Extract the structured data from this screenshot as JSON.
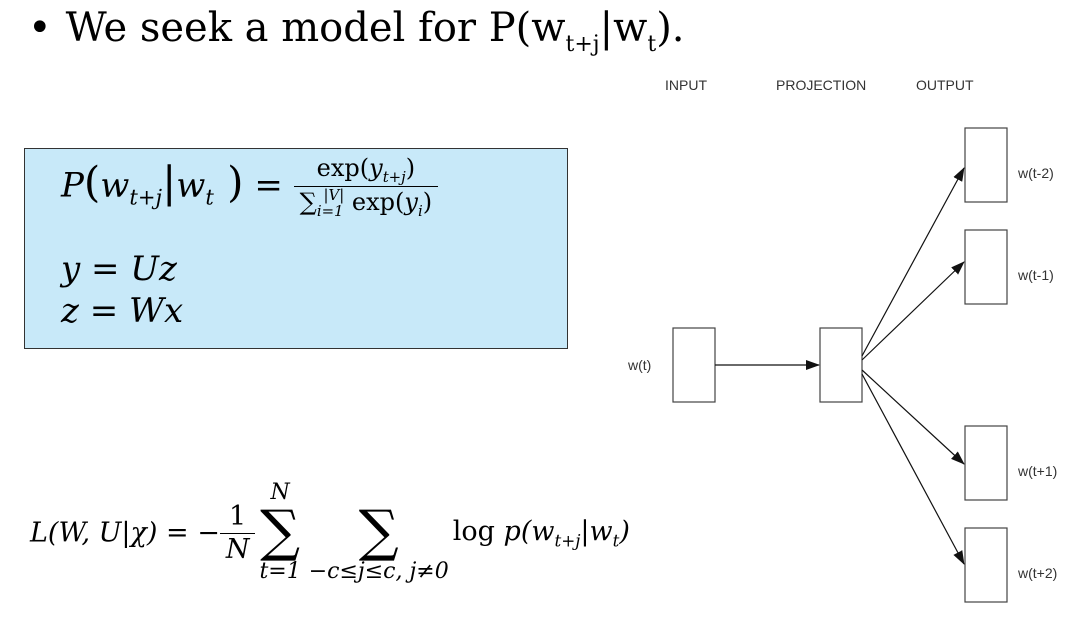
{
  "bullet": {
    "symbol": "•",
    "text": "We seek a model for P(w",
    "sub1": "t+j",
    "bar": "|",
    "w2": "w",
    "sub2": "t",
    "end": ")."
  },
  "equations": {
    "lhs_P": "P",
    "lhs_w1": "w",
    "lhs_w1_sub": "t+j",
    "lhs_w2": "w",
    "lhs_w2_sub": "t",
    "num_exp": "exp",
    "num_y": "y",
    "num_y_sub": "t+j",
    "den_sum": "∑",
    "den_sub": "i=1",
    "den_sup": "|V|",
    "den_exp": "exp",
    "den_y": "y",
    "den_y_sub": "i",
    "line2": "y = Uz",
    "line3": "z = Wx"
  },
  "loss": {
    "lhs": "L(W, U|χ) = −",
    "frac_num": "1",
    "frac_den": "N",
    "sum1_top": "N",
    "sum1_sym": "∑",
    "sum1_bot": "t=1",
    "sum2_sym": "∑",
    "sum2_bot": "−c≤j≤c, j≠0",
    "log": "log",
    "p": "p(w",
    "p_sub1": "t+j",
    "p_mid": "|w",
    "p_sub2": "t",
    "p_end": ")"
  },
  "diagram": {
    "headers": [
      "INPUT",
      "PROJECTION",
      "OUTPUT"
    ],
    "input_label": "w(t)",
    "output_labels": [
      "w(t-2)",
      "w(t-1)",
      "w(t+1)",
      "w(t+2)"
    ]
  }
}
